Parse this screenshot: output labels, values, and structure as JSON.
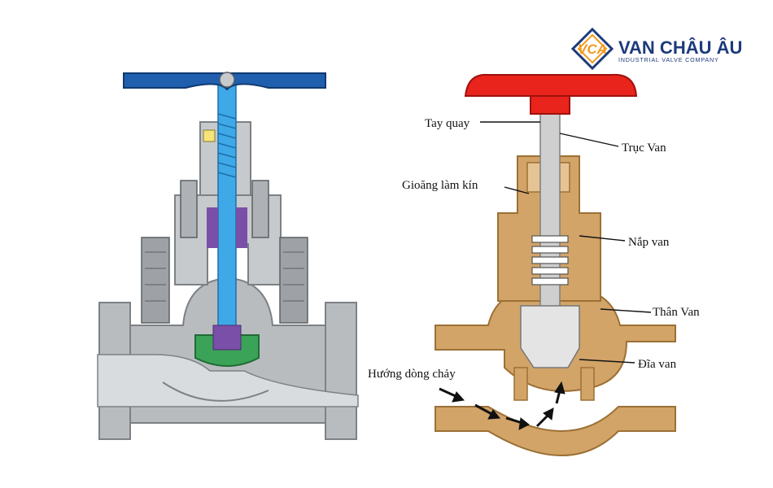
{
  "logo": {
    "mark_text": "VCA",
    "brand_name": "VAN CHÂU ÂU",
    "tagline": "INDUSTRIAL VALVE COMPANY",
    "colors": {
      "navy": "#1d3a7c",
      "orange": "#f29a1f"
    }
  },
  "left_diagram": {
    "colors": {
      "handwheel": "#1f5fae",
      "stem": "#3fa9e8",
      "body": "#b9bcbf",
      "seal": "#3aa357",
      "packing": "#7a4fa8"
    }
  },
  "right_diagram": {
    "labels": {
      "handwheel": "Tay quay",
      "stem": "Trục Van",
      "gasket": "Gioăng làm kín",
      "bonnet": "Nắp van",
      "body": "Thân Van",
      "disc": "Đĩa van",
      "flow": "Hướng dòng chảy"
    },
    "colors": {
      "handwheel": "#e8241c",
      "body": "#d2a468",
      "body_dark": "#9c7035",
      "stem": "#cfcfcf"
    }
  }
}
